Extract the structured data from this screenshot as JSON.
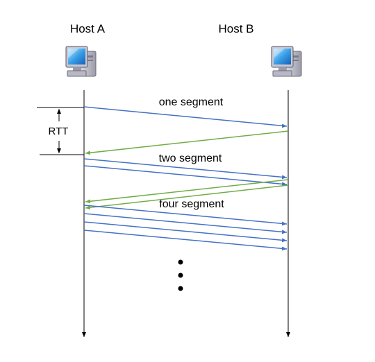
{
  "hosts": {
    "a": {
      "label": "Host A",
      "icon": "computer-icon"
    },
    "b": {
      "label": "Host B",
      "icon": "computer-icon"
    }
  },
  "rtt_label": "RTT",
  "rounds": [
    {
      "label": "one segment",
      "segments": 1,
      "acks": 1
    },
    {
      "label": "two segment",
      "segments": 2,
      "acks": 2
    },
    {
      "label": "four segment",
      "segments": 4,
      "acks": 0
    }
  ],
  "continuation": "ellipsis-vertical",
  "colors": {
    "data": "#4472C4",
    "ack": "#70AD47",
    "line": "#000000"
  }
}
